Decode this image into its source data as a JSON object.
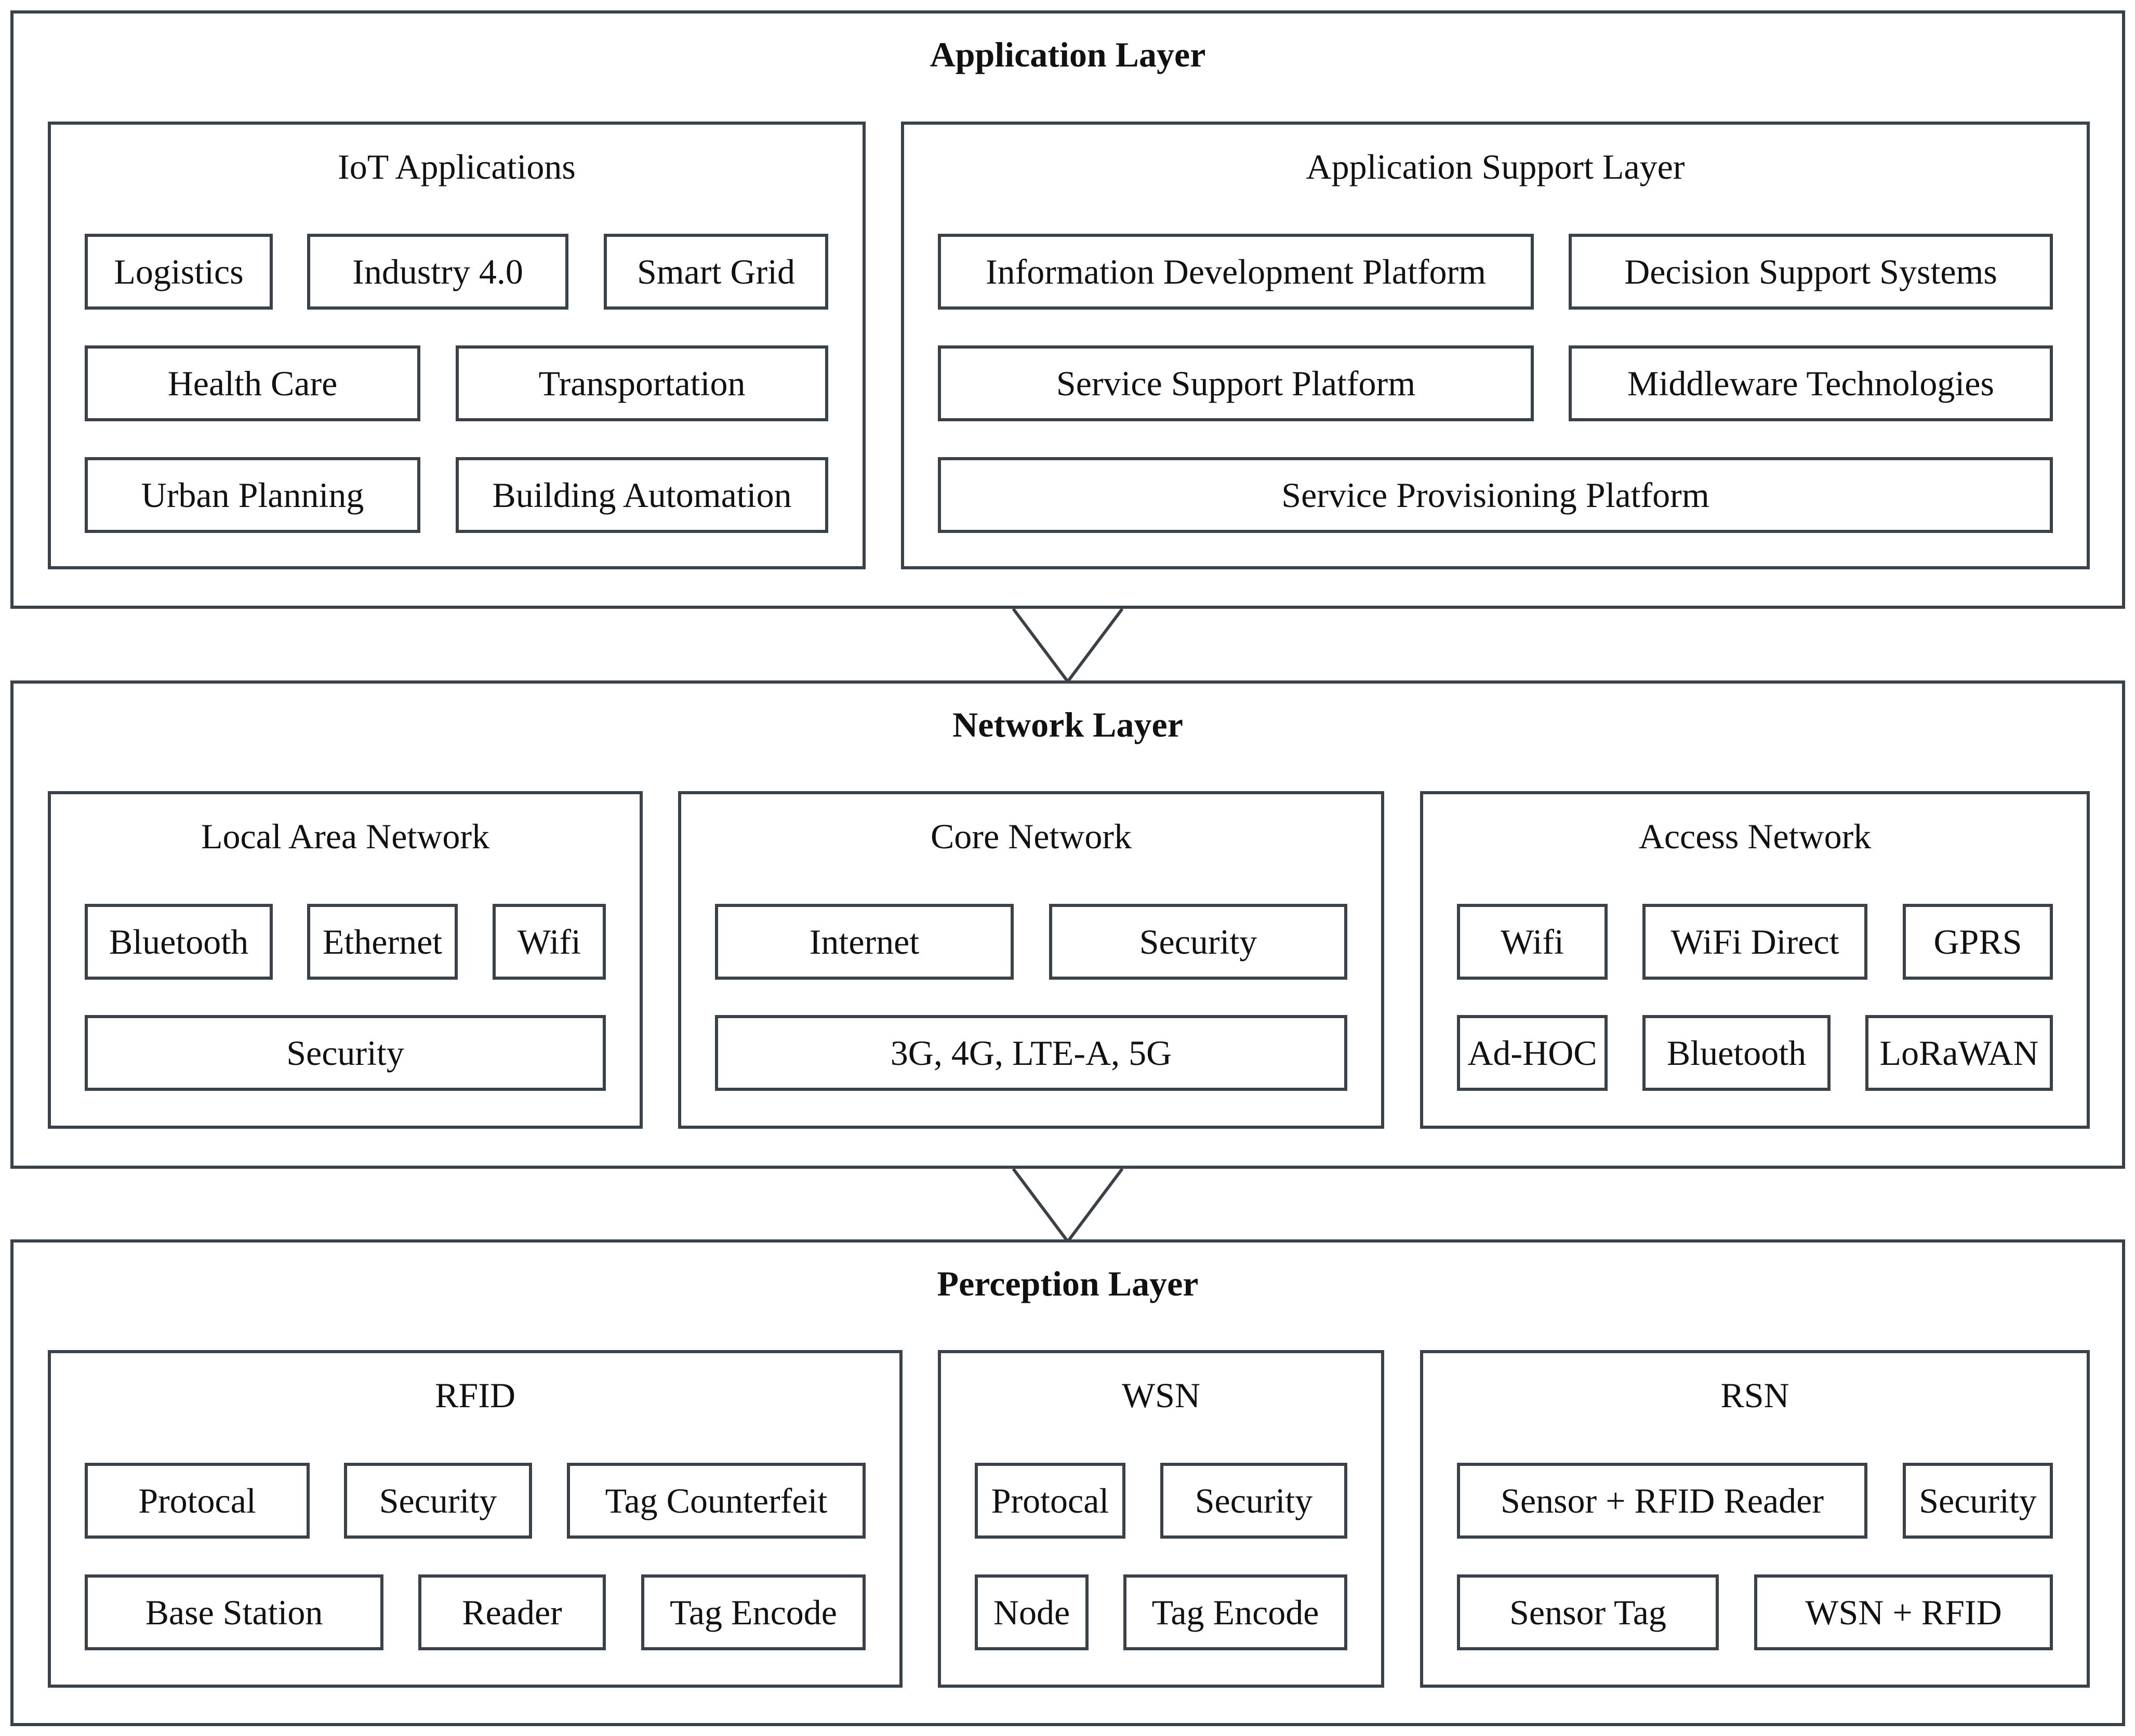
{
  "application_layer": {
    "title": "Application Layer",
    "iot_applications": {
      "title": "IoT Applications",
      "items": [
        "Logistics",
        "Industry 4.0",
        "Smart Grid",
        "Health Care",
        "Transportation",
        "Urban Planning",
        "Building Automation"
      ]
    },
    "application_support_layer": {
      "title": "Application Support Layer",
      "items": [
        "Information Development Platform",
        "Decision Support Systems",
        "Service Support Platform",
        "Middleware Technologies",
        "Service Provisioning Platform"
      ]
    }
  },
  "network_layer": {
    "title": "Network Layer",
    "local_area_network": {
      "title": "Local Area Network",
      "items": [
        "Bluetooth",
        "Ethernet",
        "Wifi",
        "Security"
      ]
    },
    "core_network": {
      "title": "Core Network",
      "items": [
        "Internet",
        "Security",
        "3G, 4G, LTE-A, 5G"
      ]
    },
    "access_network": {
      "title": "Access Network",
      "items": [
        "Wifi",
        "WiFi Direct",
        "GPRS",
        "Ad-HOC",
        "Bluetooth",
        "LoRaWAN"
      ]
    }
  },
  "perception_layer": {
    "title": "Perception Layer",
    "rfid": {
      "title": "RFID",
      "items": [
        "Protocal",
        "Security",
        "Tag Counterfeit",
        "Base Station",
        "Reader",
        "Tag Encode"
      ]
    },
    "wsn": {
      "title": "WSN",
      "items": [
        "Protocal",
        "Security",
        "Node",
        "Tag Encode"
      ]
    },
    "rsn": {
      "title": "RSN",
      "items": [
        "Sensor + RFID Reader",
        "Security",
        "Sensor Tag",
        "WSN + RFID"
      ]
    }
  },
  "colors": {
    "border": "#3a4149",
    "text": "#111111",
    "background": "#ffffff"
  }
}
